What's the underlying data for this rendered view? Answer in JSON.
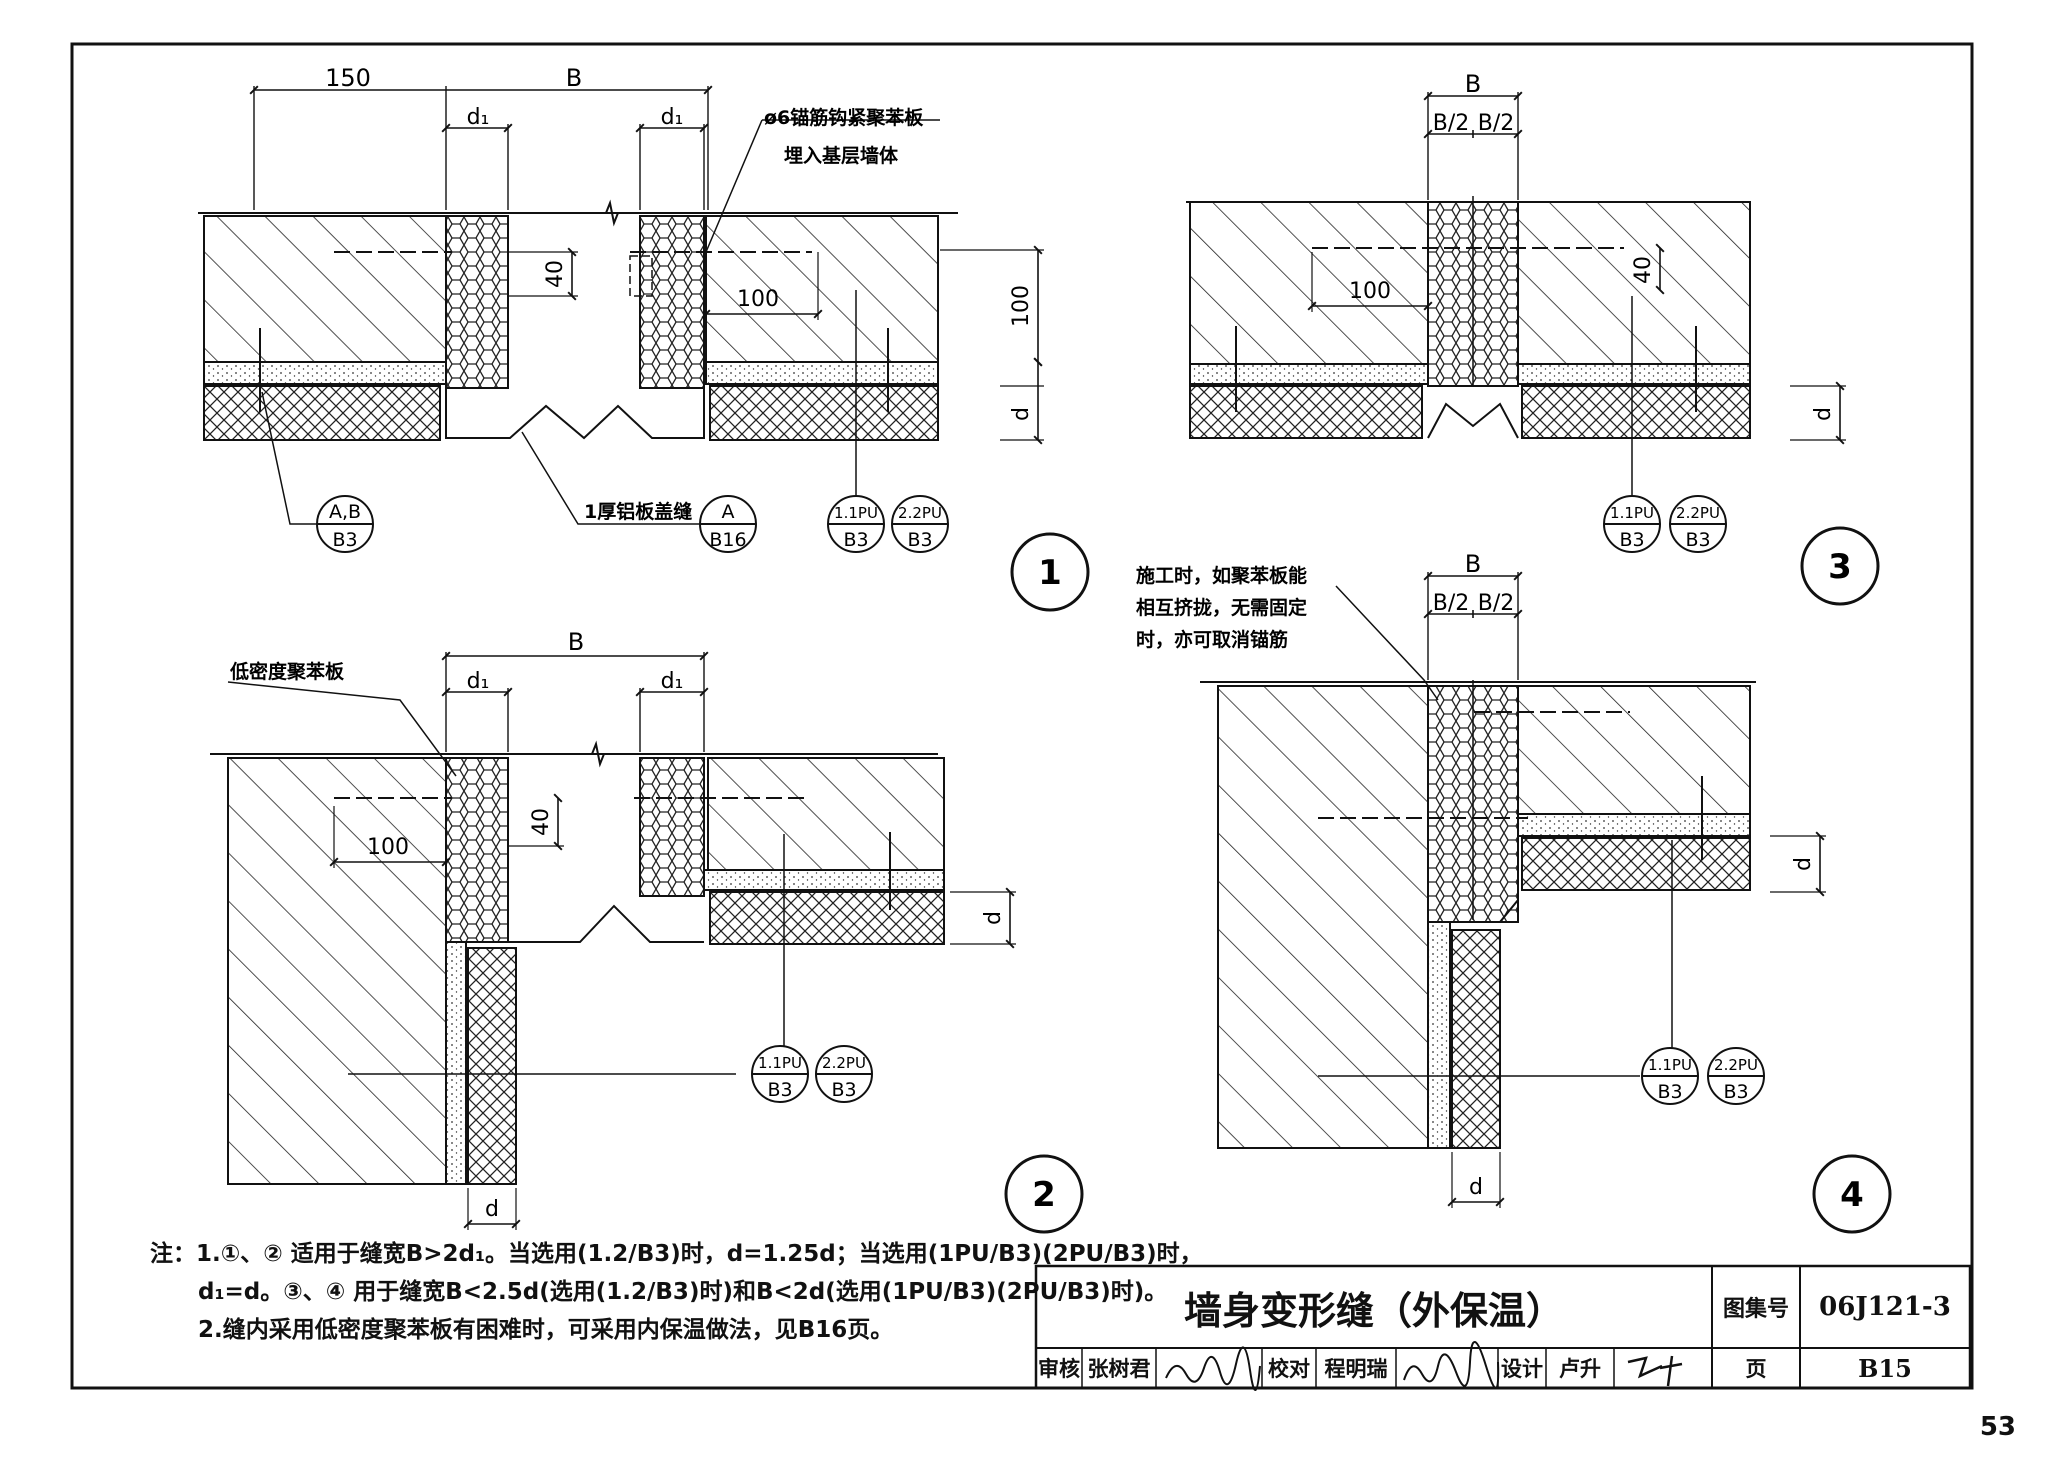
{
  "dims": {
    "d1_a": "d₁",
    "d1_b": "d₁",
    "B_1": "B",
    "dim_150": "150",
    "dim_40_1": "40",
    "dim_100_1": "100",
    "dim_100v": "100",
    "d_1": "d",
    "B_3": "B",
    "B2_3a": "B/2",
    "B2_3b": "B/2",
    "dim_40_3": "40",
    "dim_100_3": "100",
    "d_3": "d",
    "B_2": "B",
    "d1_2a": "d₁",
    "d1_2b": "d₁",
    "dim_40_2": "40",
    "dim_100_2": "100",
    "d_2a": "d",
    "d_2b": "d",
    "B_4": "B",
    "B2_4a": "B/2",
    "B2_4b": "B/2",
    "d_4a": "d",
    "d_4b": "d"
  },
  "annotations": {
    "anchor_note_l1": "ø6锚筋钩紧聚苯板",
    "anchor_note_l2": "埋入基层墙体",
    "aluminum_cover": "1厚铝板盖缝",
    "low_density": "低密度聚苯板",
    "construction_l1": "施工时，如聚苯板能",
    "construction_l2": "相互挤拢，无需固定",
    "construction_l3": "时，亦可取消锚筋"
  },
  "refs": {
    "r1a_top": "A,B",
    "r1a_bot": "B3",
    "r1b_top": "A",
    "r1b_bot": "B16",
    "r1c_top": "1.1PU",
    "r1c_bot": "B3",
    "r1d_top": "2.2PU",
    "r1d_bot": "B3",
    "r3a_top": "1.1PU",
    "r3a_bot": "B3",
    "r3b_top": "2.2PU",
    "r3b_bot": "B3",
    "r2a_top": "1.1PU",
    "r2a_bot": "B3",
    "r2b_top": "2.2PU",
    "r2b_bot": "B3",
    "r4a_top": "1.1PU",
    "r4a_bot": "B3",
    "r4b_top": "2.2PU",
    "r4b_bot": "B3"
  },
  "detail_numbers": [
    "1",
    "2",
    "3",
    "4"
  ],
  "notes": {
    "line1": "注：1.①、② 适用于缝宽B>2d₁。当选用(1.2/B3)时，d=1.25d；当选用(1PU/B3)(2PU/B3)时，",
    "line2": "d₁=d。③、④ 用于缝宽B<2.5d(选用(1.2/B3)时)和B<2d(选用(1PU/B3)(2PU/B3)时)。",
    "line3": "2.缝内采用低密度聚苯板有困难时，可采用内保温做法，见B16页。"
  },
  "title_block": {
    "title": "墙身变形缝（外保温）",
    "atlas_label": "图集号",
    "atlas_no": "06J121-3",
    "review_label": "审核",
    "reviewer": "张树君",
    "check_label": "校对",
    "checker": "程明瑞",
    "design_label": "设计",
    "designer": "卢升",
    "page_label": "页",
    "page_no": "B15"
  },
  "sheet_number": "53"
}
